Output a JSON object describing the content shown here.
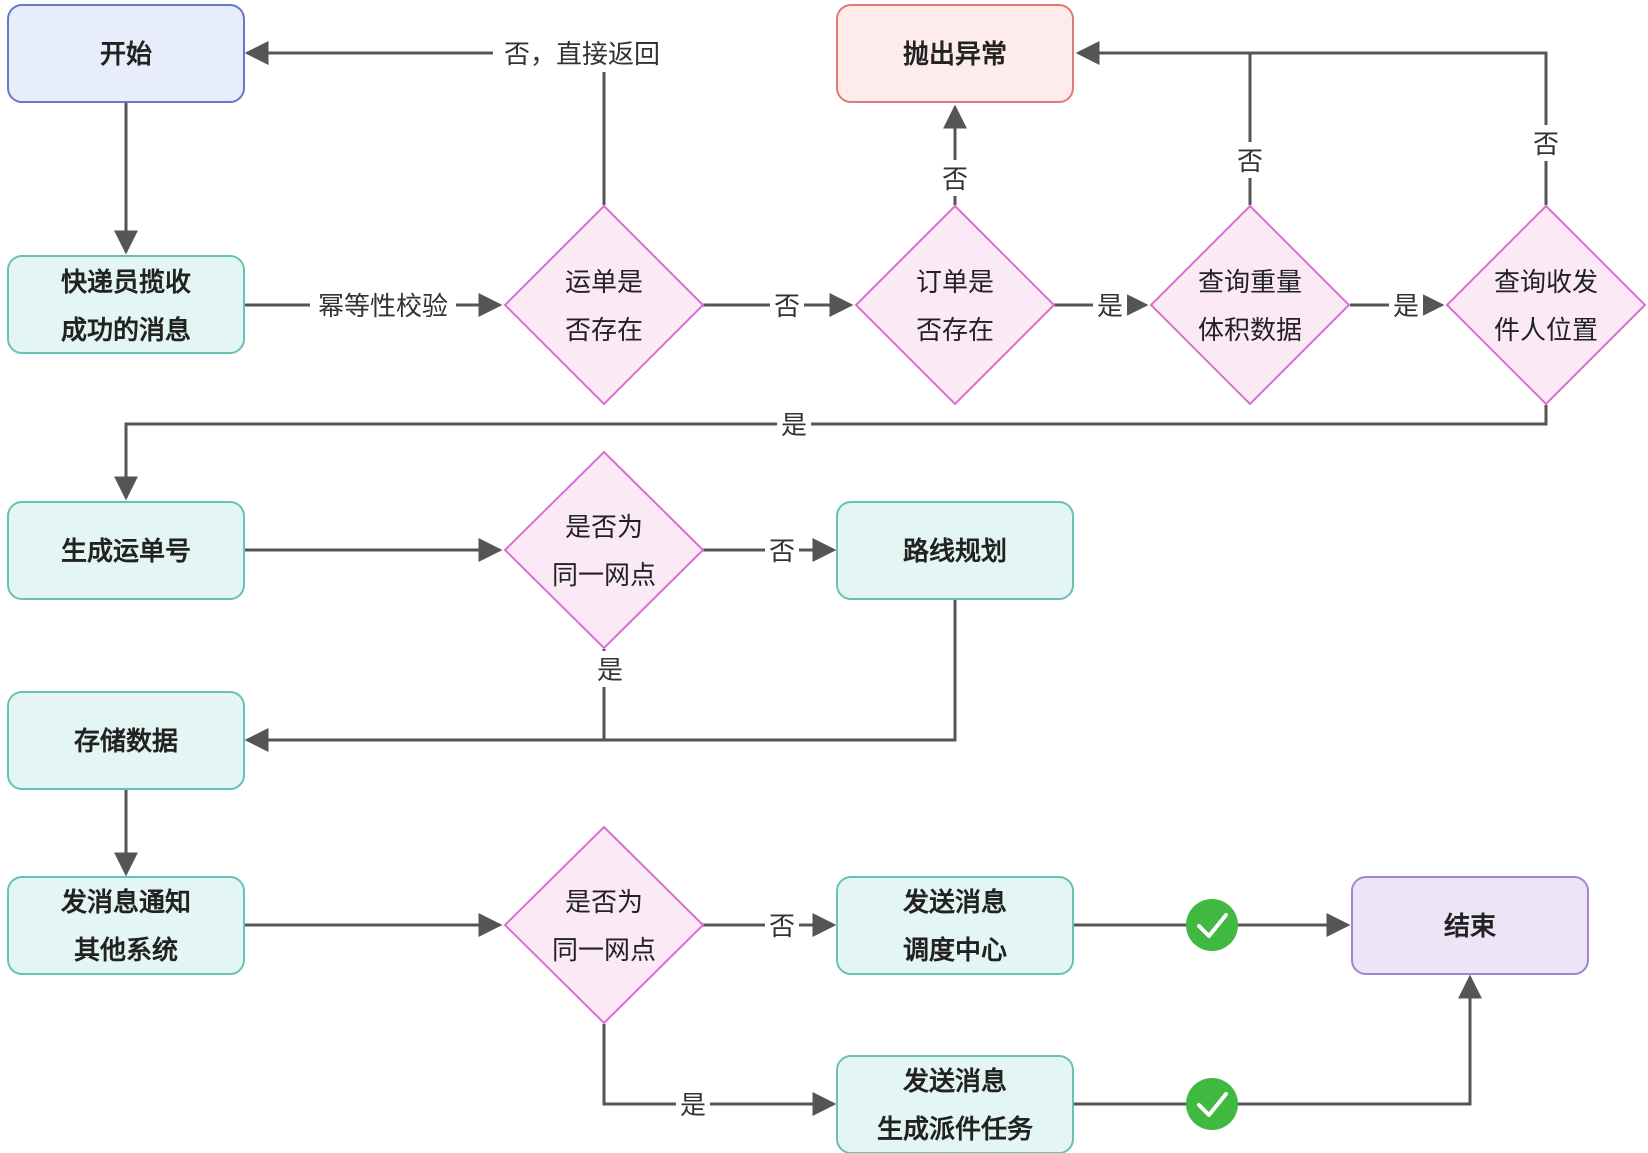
{
  "nodes": {
    "start": "开始",
    "receive_msg": [
      "快递员揽收",
      "成功的消息"
    ],
    "waybill_exists": [
      "运单是",
      "否存在"
    ],
    "order_exists": [
      "订单是",
      "否存在"
    ],
    "query_weight": [
      "查询重量",
      "体积数据"
    ],
    "query_location": [
      "查询收发",
      "件人位置"
    ],
    "throw_exception": "抛出异常",
    "gen_waybill_no": "生成运单号",
    "same_outlet_1": [
      "是否为",
      "同一网点"
    ],
    "route_planning": "路线规划",
    "store_data": "存储数据",
    "notify_systems": [
      "发消息通知",
      "其他系统"
    ],
    "same_outlet_2": [
      "是否为",
      "同一网点"
    ],
    "send_dispatch": [
      "发送消息",
      "调度中心"
    ],
    "send_delivery": [
      "发送消息",
      "生成派件任务"
    ],
    "end": "结束"
  },
  "edge_labels": {
    "no_return": "否，直接返回",
    "idempotent_check": "幂等性校验",
    "no_1": "否",
    "yes_1": "是",
    "yes_2": "是",
    "no_order": "否",
    "no_weight": "否",
    "no_location": "否",
    "yes_location": "是",
    "no_outlet_1": "否",
    "yes_outlet_1": "是",
    "no_outlet_2": "否",
    "yes_outlet_2": "是"
  },
  "colors": {
    "start_fill": "#e8edfb",
    "start_stroke": "#6677cc",
    "process_fill": "#e4f6f3",
    "process_stroke": "#67c2b5",
    "decision_fill": "#fbe9f6",
    "decision_stroke": "#d96fd1",
    "exception_fill": "#fdeceb",
    "exception_stroke": "#e07a75",
    "end_fill": "#ece4f7",
    "end_stroke": "#a185d3",
    "check_fill": "#3fb93f"
  },
  "icons": [
    "check-circle-icon"
  ]
}
